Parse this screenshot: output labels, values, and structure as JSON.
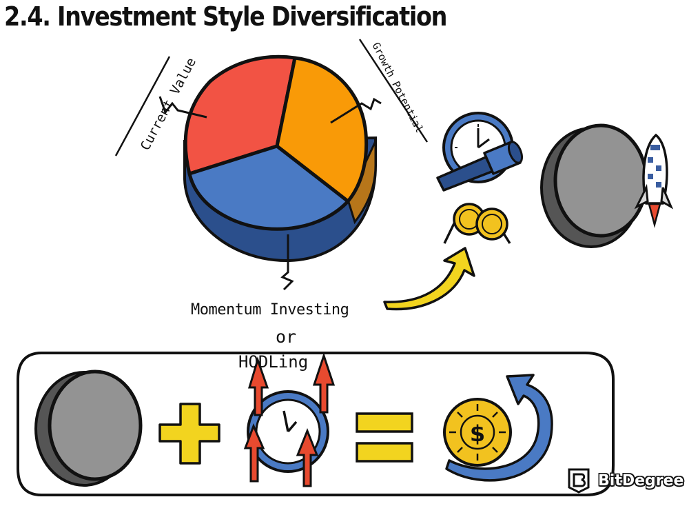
{
  "title": "2.4. Investment Style Diversification",
  "pie_labels": {
    "current": "Current Value",
    "growth": "Growth Potential",
    "momentum": "Momentum Investing"
  },
  "connector": "or",
  "hodl": "HODLing",
  "brand": "BitDegree",
  "colors": {
    "red": "#f25344",
    "orange": "#f99a07",
    "blue": "#4a7ac4",
    "dark_blue": "#2b4f8c",
    "gold": "#f2c21f",
    "grey": "#939393"
  }
}
